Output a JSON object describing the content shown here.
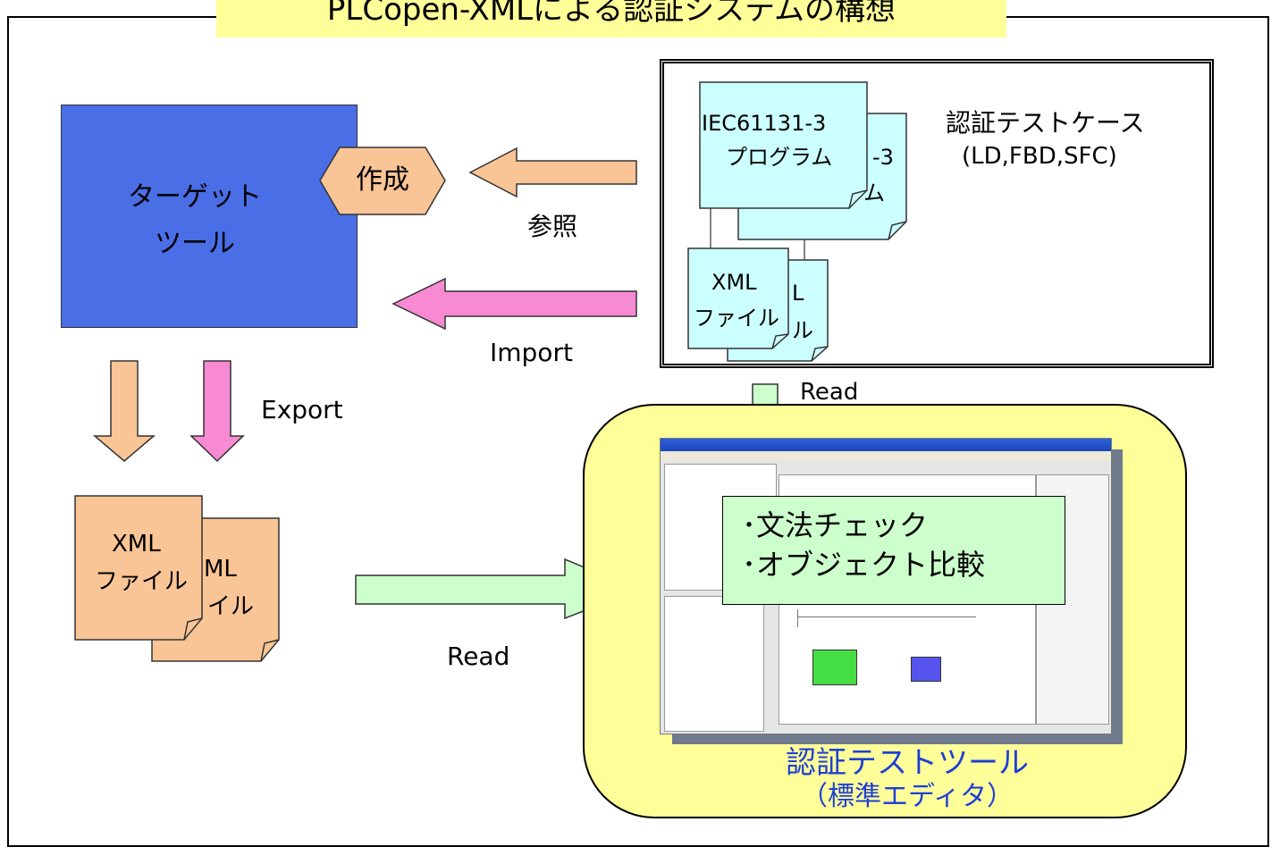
{
  "title": "PLCopen-XMLによる認証システムの構想",
  "target_tool": {
    "line1": "ターゲット",
    "line2": "ツール"
  },
  "create": "作成",
  "arrows": {
    "reference": "参照",
    "import": "Import",
    "export": "Export",
    "read_top": "Read",
    "read_left": "Read"
  },
  "test_cases": {
    "label1": "認証テストケース",
    "label2": "(LD,FBD,SFC)",
    "program_front_line1": "IEC61131-3",
    "program_front_line2": "プログラム",
    "program_back_frag1": "-3",
    "program_back_frag2": "ム",
    "xml_front_line1": "XML",
    "xml_front_line2": "ファイル",
    "xml_back_frag1": "L",
    "xml_back_frag2": "ル"
  },
  "exported_xml": {
    "front_line1": "XML",
    "front_line2": "ファイル",
    "back_frag1": "ML",
    "back_frag2": "イル"
  },
  "editor": {
    "check1": "･文法チェック",
    "check2": "･オブジェクト比較",
    "caption1": "認証テストツール",
    "caption2": "（標準エディタ）"
  },
  "colors": {
    "title_bg": "#ffff99",
    "target_blue": "#4a6ee6",
    "peach": "#f9c596",
    "pink": "#f78ad3",
    "cyan_doc": "#ccffff",
    "light_green": "#ccffcc",
    "editor_yellow": "#ffff99",
    "caption_blue": "#1f3fd6"
  }
}
